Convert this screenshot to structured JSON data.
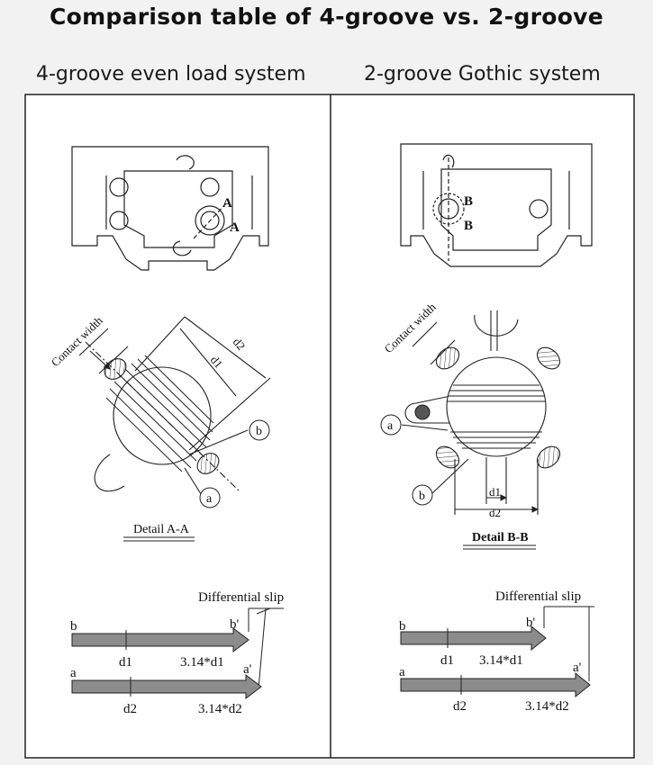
{
  "page_title": "Comparison table of 4-groove vs. 2-groove",
  "left": {
    "heading": "4-groove even load system",
    "section_labels": [
      "A",
      "A"
    ],
    "contact_width": "Contact width",
    "dim_d1": "d1",
    "dim_d2": "d2",
    "callout_a": "a",
    "callout_b": "b",
    "detail_title": "Detail A-A",
    "slip": {
      "title": "Differential slip",
      "b": "b",
      "b_prime": "b'",
      "d1": "d1",
      "len1": "3.14*d1",
      "a": "a",
      "a_prime": "a'",
      "d2": "d2",
      "len2": "3.14*d2"
    }
  },
  "right": {
    "heading": "2-groove Gothic system",
    "section_labels": [
      "B",
      "B"
    ],
    "contact_width": "Contact width",
    "dim_d1": "d1",
    "dim_d2": "d2",
    "callout_a": "a",
    "callout_b": "b",
    "detail_title": "Detail B-B",
    "slip": {
      "title": "Differential slip",
      "b": "b",
      "b_prime": "b'",
      "d1": "d1",
      "len1": "3.14*d1",
      "a": "a",
      "a_prime": "a'",
      "d2": "d2",
      "len2": "3.14*d2"
    }
  },
  "colors": {
    "background": "#f2f2f2",
    "line": "#222222",
    "arrow_fill": "#8c8c8c"
  }
}
